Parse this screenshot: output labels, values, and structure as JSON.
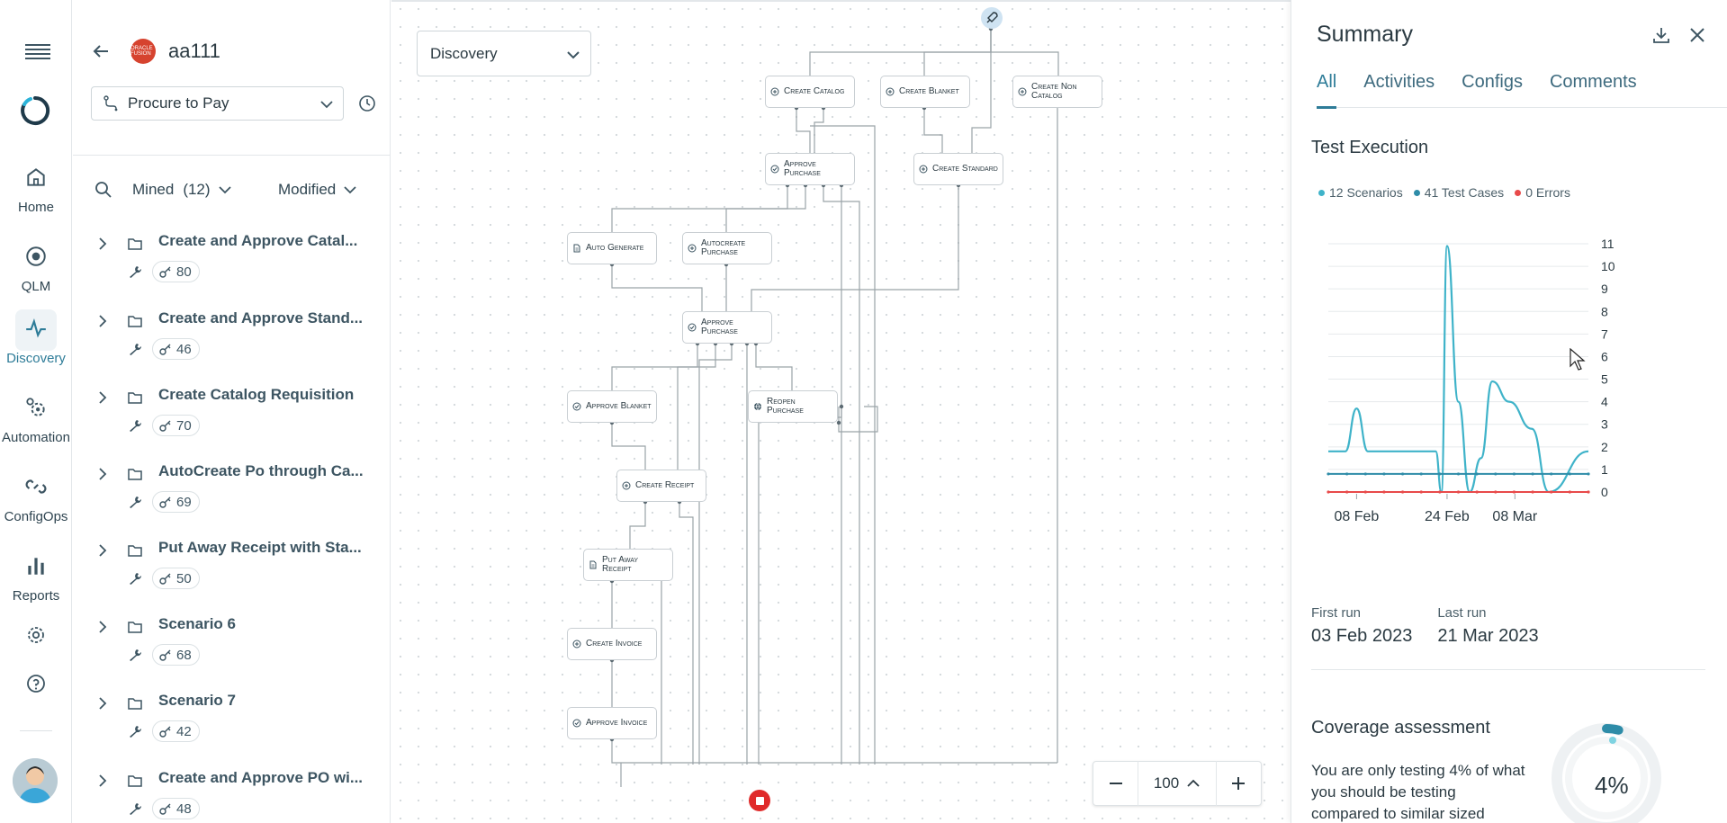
{
  "rail": {
    "items": [
      {
        "label": "Home"
      },
      {
        "label": "QLM"
      },
      {
        "label": "Discovery"
      },
      {
        "label": "Automation"
      },
      {
        "label": "ConfigOps"
      },
      {
        "label": "Reports"
      }
    ]
  },
  "left_panel": {
    "project_name": "aa111",
    "brand_text": "ORACLE FUSION",
    "process_select": "Procure to Pay",
    "filter_mined_label": "Mined",
    "filter_mined_count": "(12)",
    "sort_label": "Modified",
    "scenarios": [
      {
        "title": "Create and Approve Catal...",
        "count": "80"
      },
      {
        "title": "Create and Approve Stand...",
        "count": "46"
      },
      {
        "title": "Create Catalog Requisition",
        "count": "70"
      },
      {
        "title": "AutoCreate Po through Ca...",
        "count": "69"
      },
      {
        "title": "Put Away Receipt with Sta...",
        "count": "50"
      },
      {
        "title": "Scenario 6",
        "count": "68"
      },
      {
        "title": "Scenario 7",
        "count": "42"
      },
      {
        "title": "Create and Approve PO wi...",
        "count": "48"
      }
    ]
  },
  "canvas": {
    "view_select": "Discovery",
    "zoom_value": "100",
    "nodes": [
      {
        "label": "Create Catalog"
      },
      {
        "label": "Create Blanket"
      },
      {
        "label": "Create Non Catalog"
      },
      {
        "label": "Approve Purchase"
      },
      {
        "label": "Create Standard"
      },
      {
        "label": "Auto Generate"
      },
      {
        "label": "Autocreate Purchase"
      },
      {
        "label": "Approve Purchase"
      },
      {
        "label": "Approve Blanket"
      },
      {
        "label": "Reopen Purchase"
      },
      {
        "label": "Create Receipt"
      },
      {
        "label": "Put Away Receipt"
      },
      {
        "label": "Create Invoice"
      },
      {
        "label": "Approve Invoice"
      }
    ]
  },
  "summary": {
    "title": "Summary",
    "tabs": [
      "All",
      "Activities",
      "Configs",
      "Comments"
    ],
    "active_tab": "All",
    "test_execution_title": "Test Execution",
    "legend": [
      {
        "label": "12 Scenarios",
        "color": "#3fb3c9"
      },
      {
        "label": "41 Test Cases",
        "color": "#2e8ca8"
      },
      {
        "label": "0 Errors",
        "color": "#e84a4a"
      }
    ],
    "first_run_label": "First run",
    "first_run_value": "03 Feb 2023",
    "last_run_label": "Last run",
    "last_run_value": "21 Mar 2023",
    "coverage_title": "Coverage assessment",
    "coverage_text": "You are only testing 4% of what you should be testing compared to similar sized",
    "coverage_pct": "4%",
    "coverage_value": 0.04
  },
  "chart_data": {
    "type": "line",
    "x_tick_labels": [
      "08 Feb",
      "24 Feb",
      "08 Mar"
    ],
    "y_tick_labels": [
      "0",
      "1",
      "2",
      "3",
      "4",
      "5",
      "6",
      "7",
      "8",
      "9",
      "10",
      "11"
    ],
    "ylim": [
      0,
      11
    ],
    "grid": true,
    "series": [
      {
        "name": "12 Scenarios",
        "color": "#3fb3c9",
        "x": [
          "2023-02-03",
          "2023-02-06",
          "2023-02-08",
          "2023-02-10",
          "2023-02-16",
          "2023-02-22",
          "2023-02-23",
          "2023-02-24",
          "2023-02-26",
          "2023-02-28",
          "2023-03-02",
          "2023-03-04",
          "2023-03-07",
          "2023-03-11",
          "2023-03-14",
          "2023-03-21"
        ],
        "values": [
          1.8,
          1.8,
          3.7,
          1.8,
          1.8,
          1.8,
          0,
          10.9,
          4.0,
          0,
          1.5,
          4.9,
          4.0,
          2.8,
          0,
          1.8
        ]
      },
      {
        "name": "41 Test Cases",
        "color": "#2e8ca8",
        "x": [
          "2023-02-03",
          "2023-03-21"
        ],
        "values": [
          0.8,
          0.8
        ]
      },
      {
        "name": "0 Errors",
        "color": "#e84a4a",
        "x": [
          "2023-02-03",
          "2023-03-21"
        ],
        "values": [
          0,
          0
        ]
      }
    ]
  }
}
